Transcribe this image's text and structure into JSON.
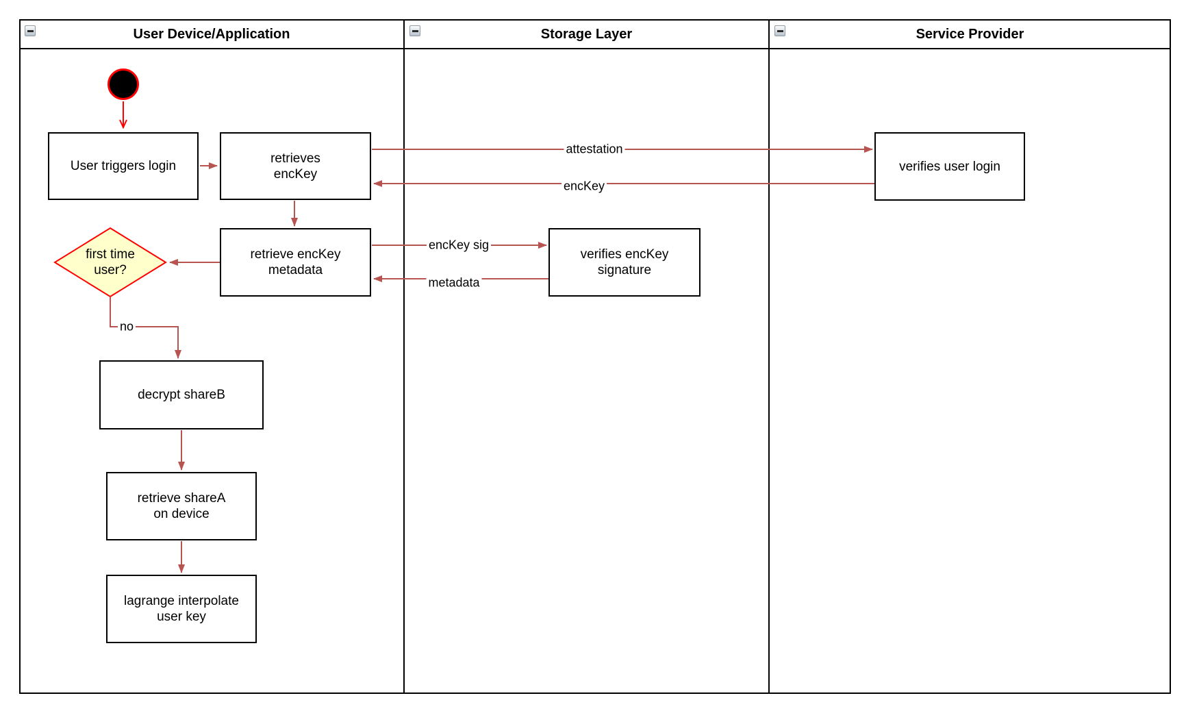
{
  "colors": {
    "box_border": "#000000",
    "flow_arrow": "#b85450",
    "start_arrow": "#ff0000",
    "start_fill": "#000000",
    "start_border": "#ff0000",
    "decision_fill": "#ffffcc",
    "decision_border": "#ff0000",
    "collapse_icon_bg": "#dde3e9"
  },
  "lanes": [
    {
      "title": "User Device/Application"
    },
    {
      "title": "Storage Layer"
    },
    {
      "title": "Service Provider"
    }
  ],
  "nodes": {
    "user_triggers_login": {
      "label": "User triggers login"
    },
    "retrieves_enckey": {
      "label": "retrieves\nencKey"
    },
    "retrieve_enckey_metadata": {
      "label": "retrieve encKey\nmetadata"
    },
    "first_time_user": {
      "label": "first time\nuser?"
    },
    "decrypt_shareb": {
      "label": "decrypt shareB"
    },
    "retrieve_sharea": {
      "label": "retrieve shareA\non device"
    },
    "lagrange_interpolate": {
      "label": "lagrange interpolate\nuser key"
    },
    "verifies_enckey_signature": {
      "label": "verifies encKey\nsignature"
    },
    "verifies_user_login": {
      "label": "verifies user login"
    }
  },
  "edge_labels": {
    "attestation": "attestation",
    "enckey": "encKey",
    "enckey_sig": "encKey sig",
    "metadata": "metadata",
    "no": "no"
  }
}
